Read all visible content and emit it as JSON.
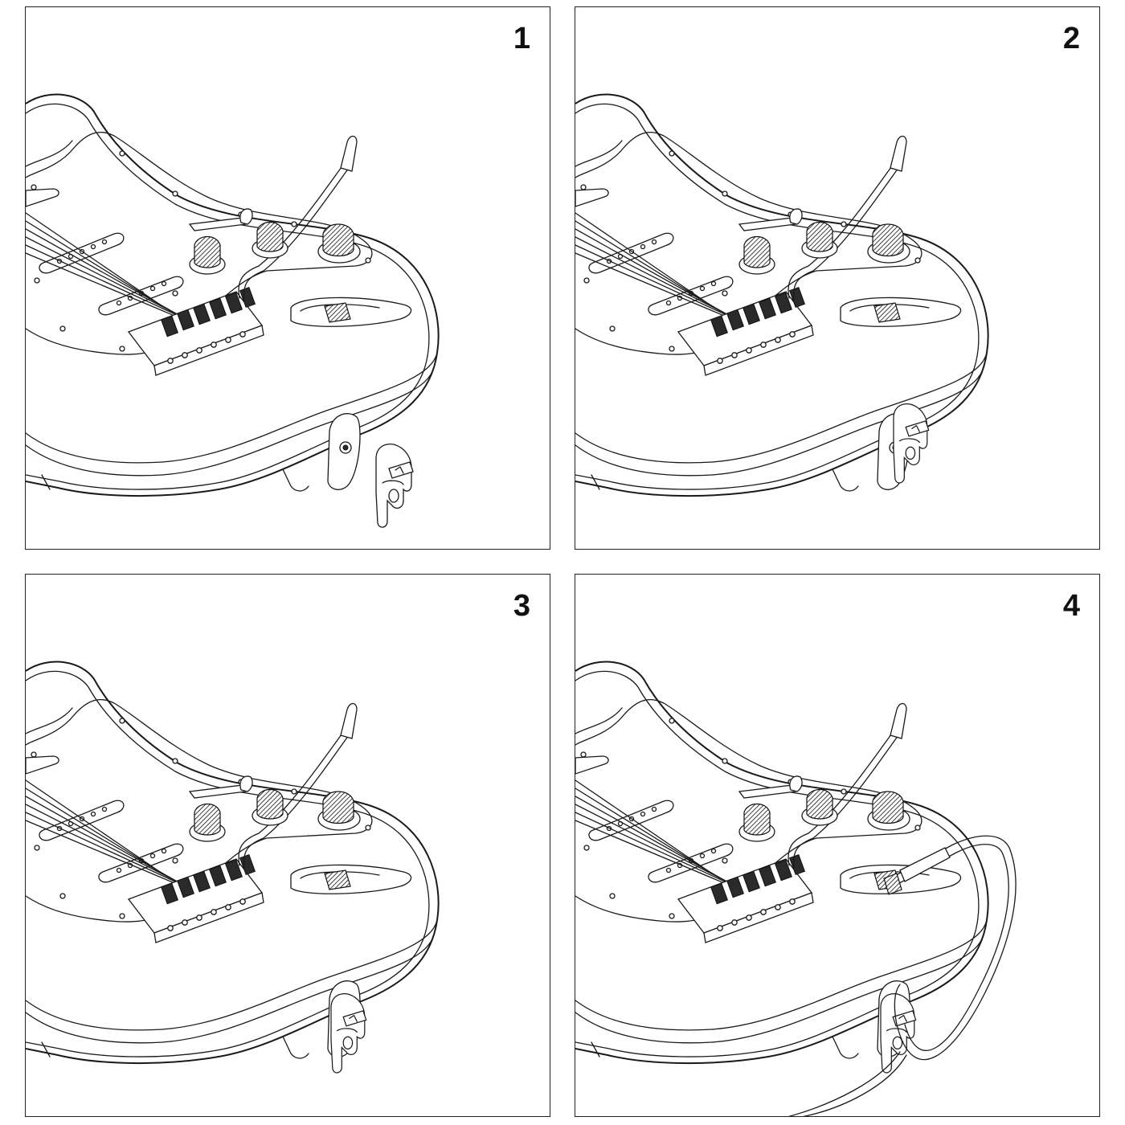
{
  "steps": [
    {
      "number": "1",
      "lock_state": "detached"
    },
    {
      "number": "2",
      "lock_state": "mounted"
    },
    {
      "number": "3",
      "lock_state": "mounted"
    },
    {
      "number": "4",
      "lock_state": "mounted-with-cable"
    }
  ],
  "icons": [
    "guitar-body-illustration",
    "strap-lock-illustration",
    "cable-illustration"
  ]
}
